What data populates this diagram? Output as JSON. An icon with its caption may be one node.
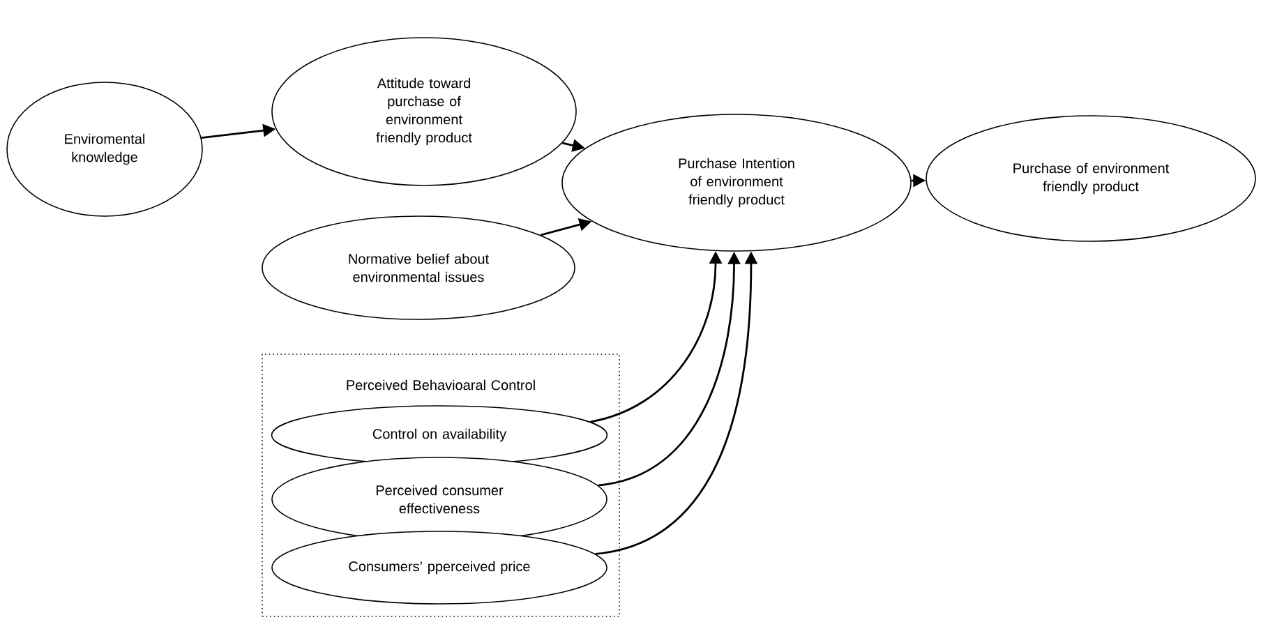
{
  "diagram": {
    "nodes": [
      {
        "text": [
          "Enviromental knowledge"
        ]
      },
      {
        "text": [
          "Attitude toward purchase of environment friendly product"
        ]
      },
      {
        "text": [
          "Purchase Intention of environment friendly product"
        ]
      },
      {
        "text": [
          "Purchase of environment friendly product"
        ]
      },
      {
        "text": [
          "Normative belief about environmental issues"
        ]
      },
      {
        "text": [
          "Perceived Behavioaral Control"
        ]
      },
      {
        "text": [
          "Control on availability"
        ],
        "in": 5
      },
      {
        "text": [
          "Perceived consumer effectiveness"
        ],
        "in": 5
      },
      {
        "text": [
          "Consumers’ pperceived price"
        ],
        "in": 5
      }
    ],
    "edges": [
      {
        "from": 0,
        "to": 1,
        "arrow": "to"
      },
      {
        "from": 1,
        "to": 2,
        "arrow": "to"
      },
      {
        "from": 2,
        "to": 3,
        "arrow": "to"
      },
      {
        "from": 4,
        "to": 2,
        "arrow": "to"
      },
      {
        "from": 6,
        "to": 2,
        "arrow": "to"
      },
      {
        "from": 7,
        "to": 2,
        "arrow": "to"
      },
      {
        "from": 8,
        "to": 2,
        "arrow": "to"
      }
    ]
  }
}
